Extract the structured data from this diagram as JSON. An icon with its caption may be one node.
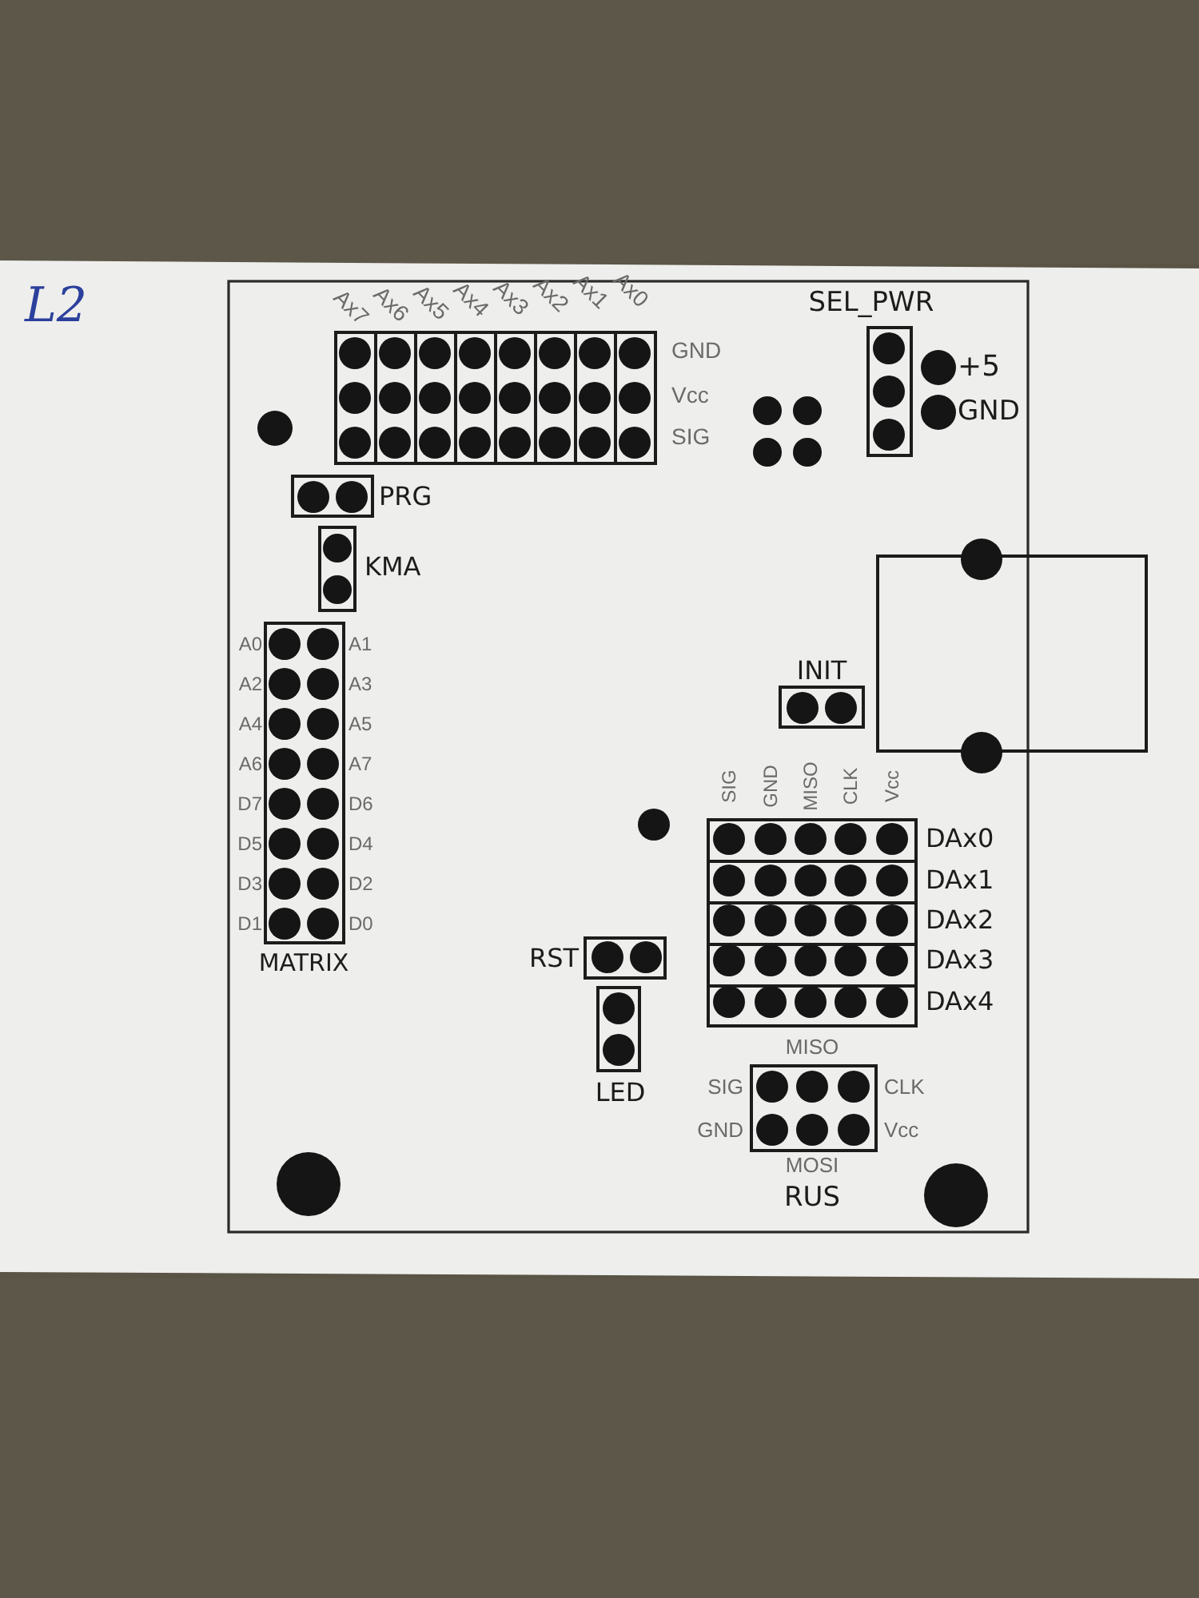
{
  "diagram": {
    "labels": [
      "L2",
      "Ax7",
      "Ax6",
      "Ax5",
      "Ax4",
      "Ax3",
      "Ax2",
      "Ax1",
      "Ax0",
      "SEL_PWR",
      "GND",
      "Vcc",
      "SIG",
      "+5",
      "GND",
      "PRG",
      "KMA",
      "A0",
      "A1",
      "A2",
      "A3",
      "A4",
      "A5",
      "A6",
      "A7",
      "D7",
      "D6",
      "D5",
      "D4",
      "D3",
      "D2",
      "D1",
      "D0",
      "MATRIX",
      "INIT",
      "SIG",
      "GND",
      "MISO",
      "CLK",
      "Vcc",
      "DAx0",
      "DAx1",
      "DAx2",
      "DAx3",
      "DAx4",
      "RST",
      "LED",
      "MISO",
      "SIG",
      "CLK",
      "GND",
      "Vcc",
      "MOSI",
      "RUS"
    ]
  }
}
